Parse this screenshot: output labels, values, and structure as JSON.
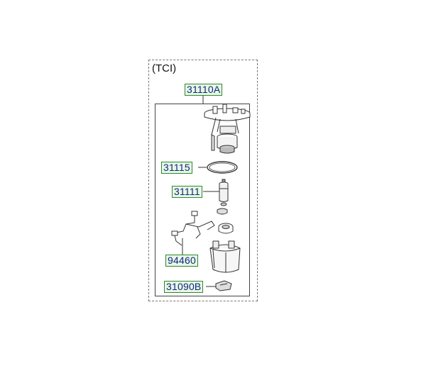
{
  "diagram": {
    "variant": "(TCI)",
    "parts": [
      {
        "id": "assembly",
        "number": "31110A"
      },
      {
        "id": "gasket",
        "number": "31115"
      },
      {
        "id": "pump",
        "number": "31111"
      },
      {
        "id": "sender",
        "number": "94460"
      },
      {
        "id": "filter",
        "number": "31090B"
      }
    ]
  },
  "colors": {
    "label_text": "#0a2a88",
    "label_border": "#2a8a2a",
    "label_fill": "#e9f6e4",
    "line": "#444444"
  }
}
